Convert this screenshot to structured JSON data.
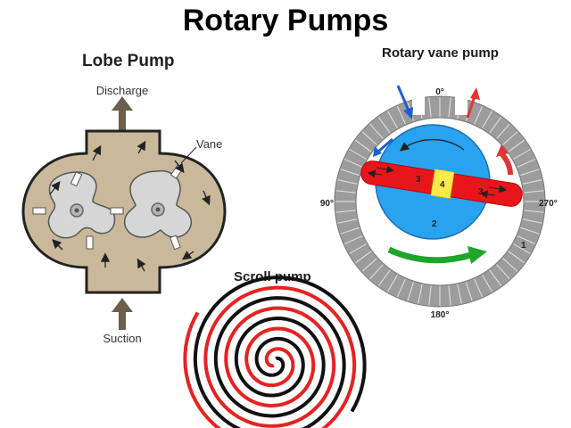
{
  "title": "Rotary Pumps",
  "lobe_pump": {
    "title": "Lobe Pump",
    "discharge_label": "Discharge",
    "vane_label": "Vane",
    "suction_label": "Suction"
  },
  "rotary_vane_pump": {
    "title": "Rotary vane pump",
    "angle_0": "0°",
    "angle_90": "90°",
    "angle_180": "180°",
    "angle_270": "270°",
    "label_1": "1",
    "label_2": "2",
    "label_3_left": "3",
    "label_3_right": "3",
    "label_4": "4"
  },
  "scroll_pump": {
    "title": "Scroll pump"
  },
  "colors": {
    "casing": "#c9b99a",
    "lobe": "#d6d6d6",
    "rotor": "#29a3ef",
    "vane": "#e8161b",
    "center_block": "#ffe94a",
    "ring": "#9c9c9c",
    "arrow_green": "#1fa52a",
    "arrow_blue": "#1c5fd1",
    "arrow_red": "#e33434",
    "scroll_red": "#e82121",
    "scroll_black": "#111111"
  }
}
